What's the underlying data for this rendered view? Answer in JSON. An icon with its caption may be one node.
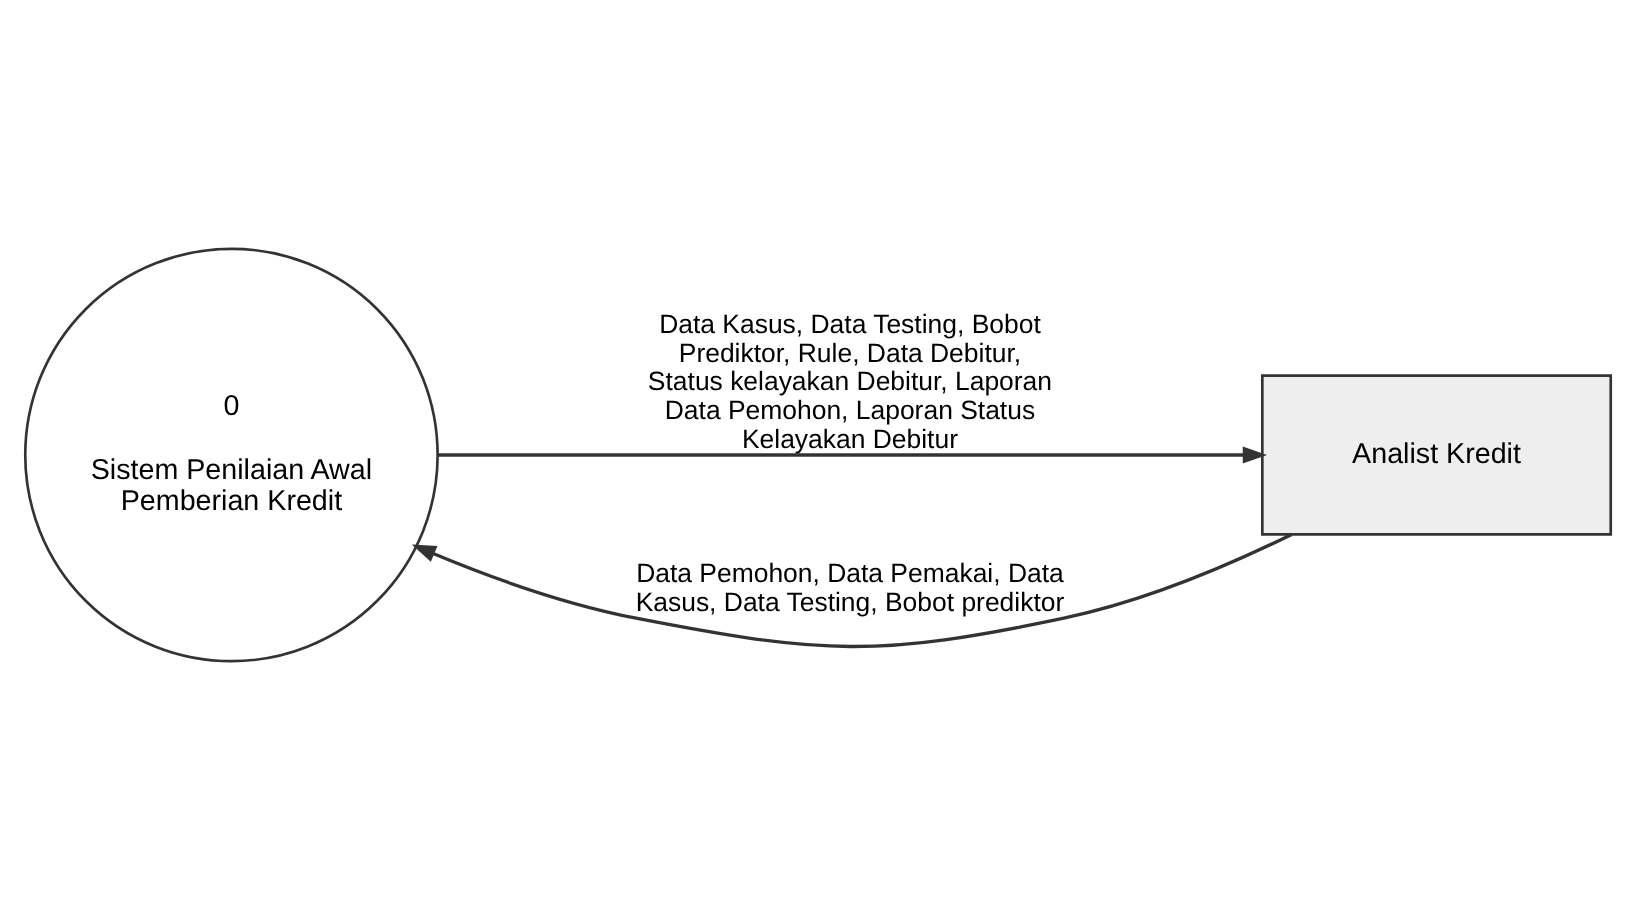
{
  "diagram": {
    "nodes": [
      {
        "text": [
          "0",
          "Sistem Penilaian Awal Pemberian Kredit"
        ]
      },
      {
        "text": [
          "Analist Kredit"
        ]
      }
    ],
    "edges": [
      {
        "from": 1,
        "to": 0,
        "arrow": "to",
        "label": "Data Pemohon, Data Pemakai, Data Kasus, Data Testing, Bobot prediktor"
      },
      {
        "from": 0,
        "to": 1,
        "arrow": "to",
        "label": "Data Kasus, Data Testing, Bobot Prediktor, Rule, Data Debitur, Status kelayakan Debitur, Laporan Data Pemohon, Laporan Status Kelayakan Debitur"
      }
    ]
  }
}
